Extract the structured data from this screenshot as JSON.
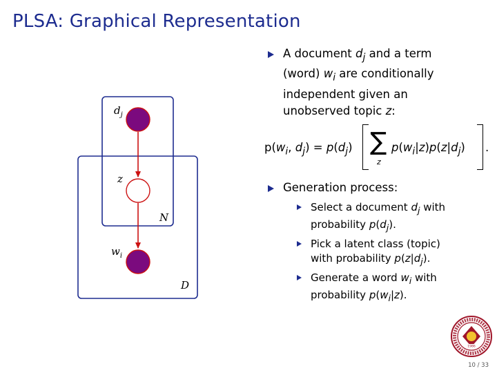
{
  "slide": {
    "title": "PLSA: Graphical Representation",
    "page_number": "10 / 33"
  },
  "diagram": {
    "node_d": "d",
    "node_d_sub": "j",
    "node_z": "z",
    "node_w": "w",
    "node_w_sub": "i",
    "plate_inner_label": "N",
    "plate_outer_label": "D",
    "colors": {
      "plate": "#1d2c8f",
      "observed_fill": "#7b0a7e",
      "edge": "#cc1111"
    }
  },
  "bullet1": {
    "t1": "A document ",
    "v1": "d",
    "s1": "j",
    "t2": " and a term",
    "t3": "(word) ",
    "v2": "w",
    "s2": "i",
    "t4": " are conditionally",
    "t5": "independent given an",
    "t6": "unobserved topic ",
    "v3": "z",
    "t7": ":"
  },
  "equation": {
    "lhs_p": "p(",
    "lhs_w": "w",
    "lhs_wi": "i",
    "lhs_comma": ", ",
    "lhs_d": "d",
    "lhs_dj": "j",
    "lhs_eq": ") = ",
    "rhs_p": "p(",
    "rhs_d": "d",
    "rhs_dj": "j",
    "rhs_close": ")",
    "sum_symbol": "∑",
    "sum_sub": "z",
    "term_a": "p(",
    "term_w": "w",
    "term_wi": "i",
    "term_b": "|",
    "term_z": "z",
    "term_c": ")p(",
    "term_z2": "z",
    "term_d": "|",
    "term_dd": "d",
    "term_dj": "j",
    "term_e": ")",
    "period": "."
  },
  "generation": {
    "heading": "Generation process:",
    "items": [
      {
        "a": "Select a document ",
        "v": "d",
        "s": "j",
        "b": " with",
        "c": "probability ",
        "p1": "p(",
        "v2": "d",
        "s2": "j",
        "p2": ")."
      },
      {
        "a": "Pick a latent class (topic)",
        "c": "with probability ",
        "p1": "p(",
        "v2": "z",
        "bar": "|",
        "v3": "d",
        "s3": "j",
        "p2": ")."
      },
      {
        "a": "Generate a word ",
        "v": "w",
        "s": "i",
        "b": " with",
        "c": "probability ",
        "p1": "p(",
        "v2": "w",
        "s2": "i",
        "bar": "|",
        "v3": "z",
        "p2": ")."
      }
    ]
  },
  "seal": {
    "year": "1986"
  }
}
